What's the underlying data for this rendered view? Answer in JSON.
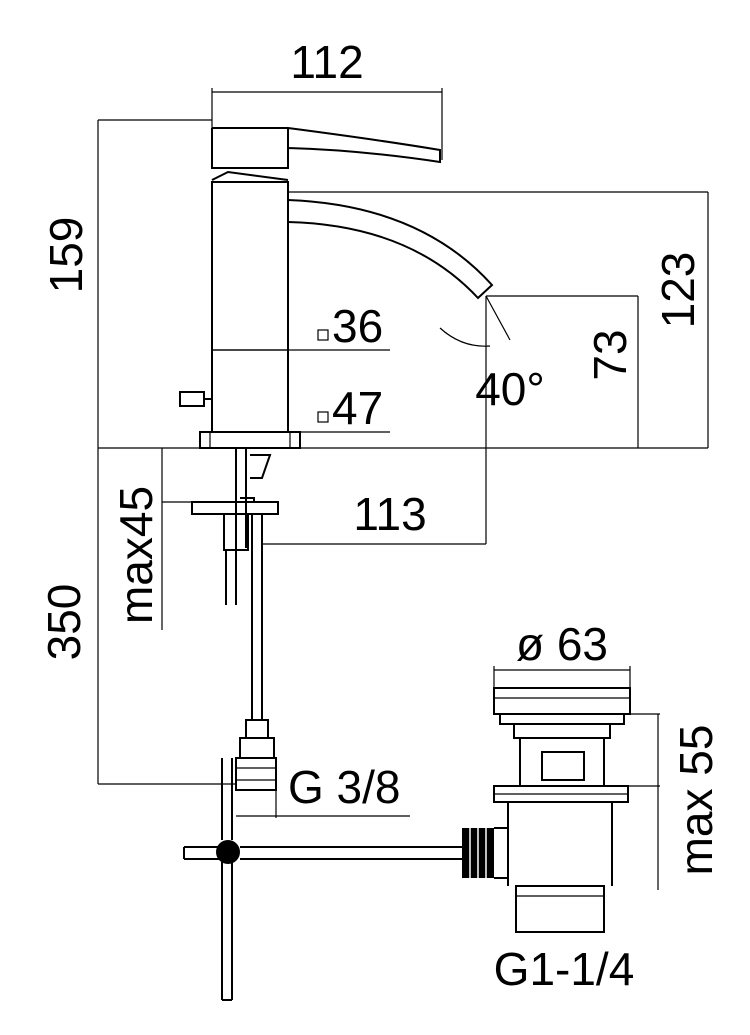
{
  "dimensions": {
    "spout_length": "112",
    "total_height": "159",
    "spout_height": "123",
    "outlet_height": "73",
    "outlet_angle": "40°",
    "hole_min": "36",
    "hole_max": "47",
    "counter_thickness": "max45",
    "spout_reach": "113",
    "hose_length": "350",
    "hose_thread": "G 3/8",
    "waste_diameter": "ø 63",
    "waste_height": "max 55",
    "waste_thread": "G1-1/4"
  },
  "colors": {
    "stroke": "#000000",
    "background": "#ffffff"
  }
}
